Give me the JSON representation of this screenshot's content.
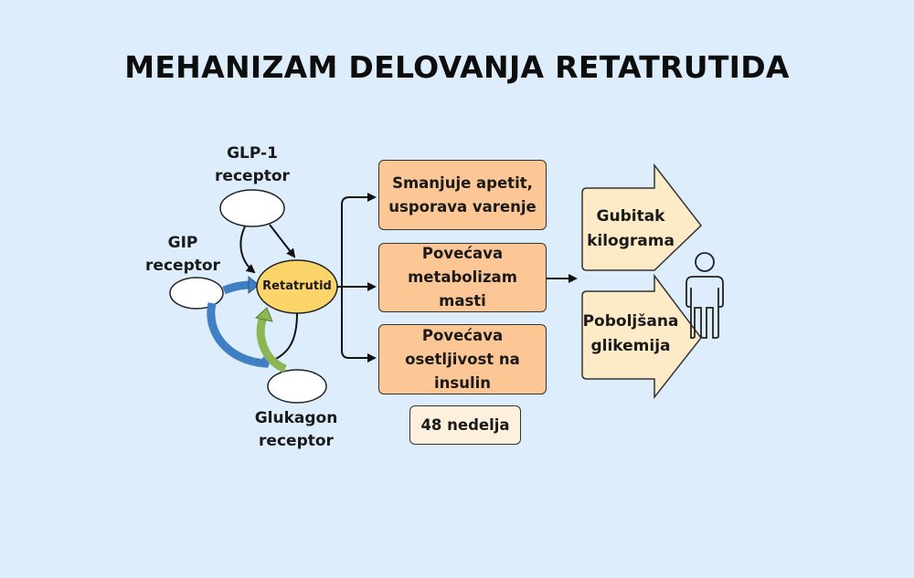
{
  "title": "MEHANIZAM DELOVANJA RETATRUTIDA",
  "receptors": {
    "glp1": {
      "line1": "GLP-1",
      "line2": "receptor"
    },
    "gip": {
      "line1": "GIP",
      "line2": "receptor"
    },
    "glucagon": {
      "line1": "Glukagon",
      "line2": "receptor"
    }
  },
  "center": {
    "label": "Retatrutid"
  },
  "effects": [
    {
      "line1": "Smanjuje apetit,",
      "line2": "usporava varenje"
    },
    {
      "line1": "Povećava",
      "line2": "metabolizam masti"
    },
    {
      "line1": "Povećava",
      "line2": "osetljivost na insulin"
    }
  ],
  "duration": "48 nedelja",
  "outcomes": [
    {
      "line1": "Gubitak",
      "line2": "kilograma"
    },
    {
      "line1": "Poboljšana",
      "line2": "glikemija"
    }
  ],
  "colors": {
    "background": "#ddedfc",
    "effect_box": "#fcc794",
    "outcome_arrow": "#fdebc8",
    "center_node": "#fbd46a",
    "gip_arrow": "#3f7fc4",
    "glucagon_arrow": "#8db552"
  }
}
